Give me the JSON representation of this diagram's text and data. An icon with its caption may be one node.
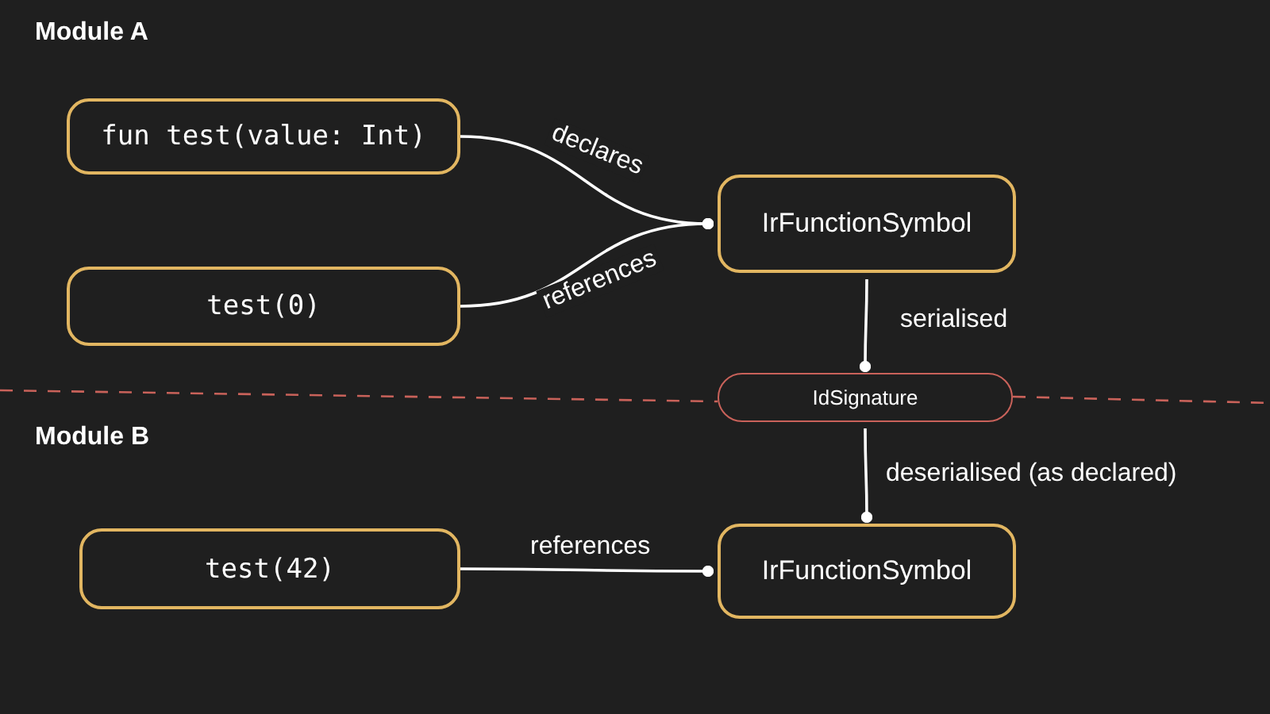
{
  "diagram": {
    "nodes": [
      {
        "text": [
          "fun test(value: Int)"
        ]
      },
      {
        "text": [
          "test(0)"
        ]
      },
      {
        "text": [
          "IrFunctionSymbol"
        ]
      },
      {
        "text": [
          "IdSignature"
        ]
      },
      {
        "text": [
          "test(42)"
        ]
      },
      {
        "text": [
          "IrFunctionSymbol"
        ]
      }
    ],
    "edges": [
      {
        "from": 0,
        "to": 2,
        "arrow": "other",
        "label": "declares"
      },
      {
        "from": 1,
        "to": 2,
        "arrow": "other",
        "label": "references"
      },
      {
        "from": 2,
        "to": 3,
        "arrow": "other",
        "label": "serialised"
      },
      {
        "from": 3,
        "to": 5,
        "arrow": "other",
        "label": "deserialised (as declared)"
      },
      {
        "from": 4,
        "to": 5,
        "arrow": "other",
        "label": "references"
      }
    ],
    "labels": [
      "Module A",
      "Module B"
    ]
  }
}
